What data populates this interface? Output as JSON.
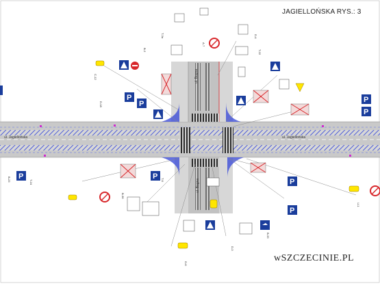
{
  "header": {
    "title": "JAGIELLOŃSKA RYS.: 3"
  },
  "footer": {
    "brand": "wSZCZECINIE.PL"
  },
  "streets": {
    "main_left": "ul. Jagiellońska",
    "main_right": "ul. Jagiellońska",
    "cross_top": "ul. Bogna",
    "cross_bottom": "ul. Bogna"
  },
  "sign_codes": [
    "D-4",
    "A-7",
    "B-2",
    "T-22",
    "C-12",
    "D-18",
    "T-6",
    "B-23",
    "D-3",
    "T-3a",
    "B-33",
    "U-1",
    "B-36",
    "T-24",
    "D-6"
  ],
  "colors": {
    "road": "#c9c9c9",
    "sidewalk": "#d9d9d9",
    "hatch": "#3e4fd8",
    "sign_blue": "#1a3d9c",
    "sign_red": "#d8262a",
    "pole_yellow": "#ffe600"
  }
}
